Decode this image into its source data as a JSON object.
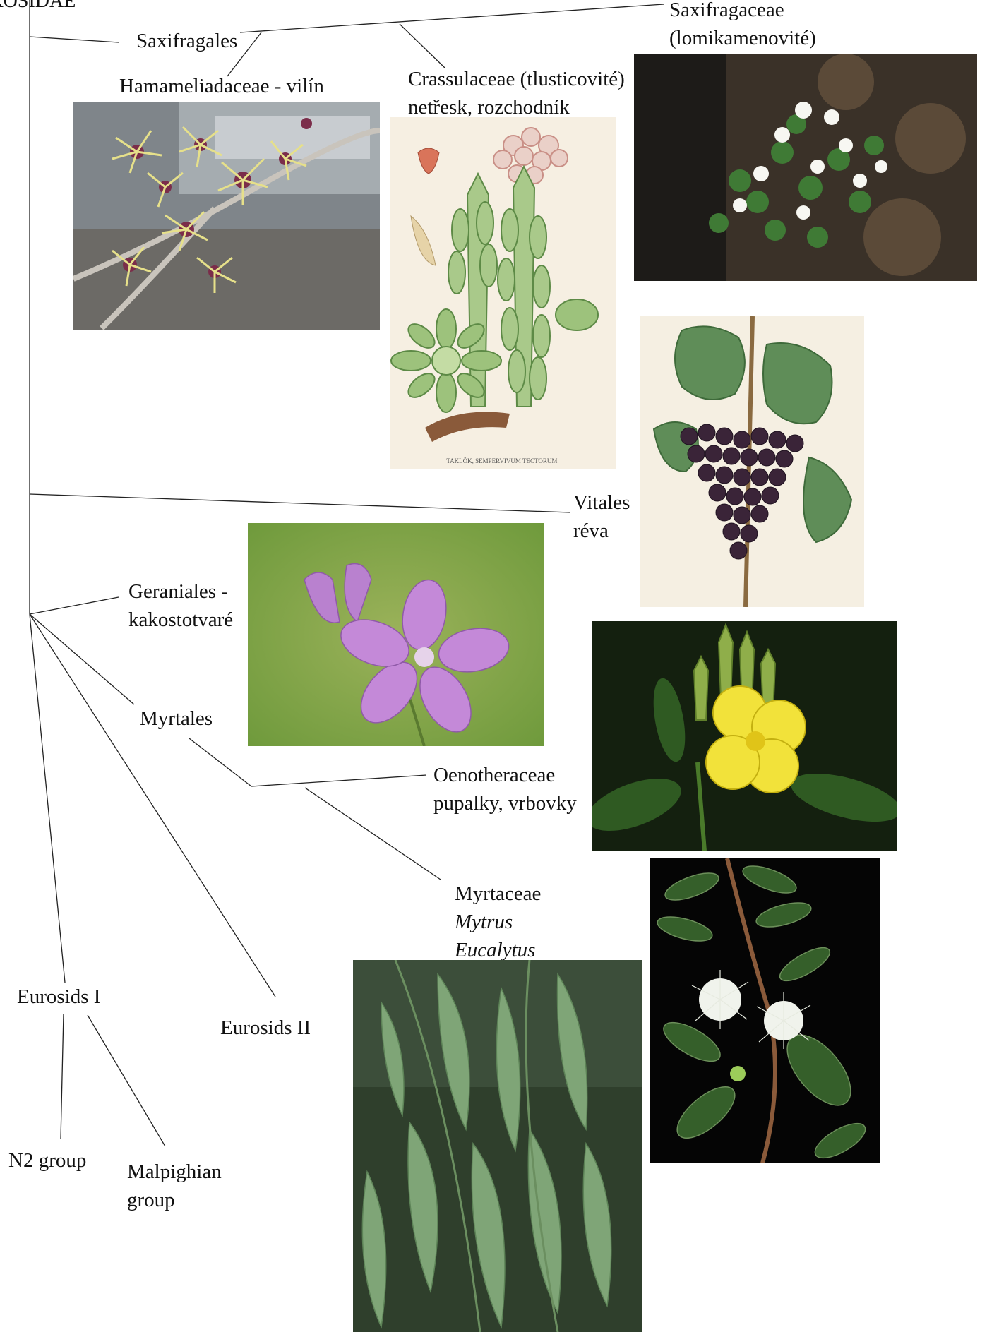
{
  "header": {
    "root_label": "ROSIDAE"
  },
  "nodes": {
    "saxifragales": "Saxifragales",
    "hamamelidaceae": "Hamameliadaceae - vilín",
    "crassulaceae": {
      "line1": "Crassulaceae (tlusticovité)",
      "line2": "netřesk, rozchodník"
    },
    "saxifragaceae": {
      "line1": "Saxifragaceae",
      "line2": "(lomikamenovité)"
    },
    "vitales": {
      "line1": "Vitales",
      "line2": "réva"
    },
    "geraniales": {
      "line1": "Geraniales -",
      "line2": "kakostotvaré"
    },
    "myrtales": "Myrtales",
    "oenotheraceae": {
      "line1": "Oenotheraceae",
      "line2": "pupalky, vrbovky"
    },
    "myrtaceae": {
      "line1": "Myrtaceae",
      "line2": "Mytrus",
      "line3": "Eucalytus"
    },
    "eurosids_1": "Eurosids I",
    "eurosids_2": "Eurosids II",
    "n2_group": "N2 group",
    "malpighian": {
      "line1": "Malpighian",
      "line2": "group"
    }
  },
  "photos": {
    "witch_hazel": "witch-hazel flowers photo",
    "sempervivum": {
      "caption": "TAKLÖK, SEMPERVIVUM TECTORUM."
    },
    "saxifraga": "saxifrage photo",
    "grape": "grape vine illustration",
    "geranium": "geranium flower photo",
    "oenothera": "evening primrose photo",
    "myrtus": "myrtle photo",
    "eucalyptus": "eucalyptus photo"
  },
  "colors": {
    "line": "#222222",
    "leaf_green": "#6f9a5a",
    "grape_purple": "#3a2438",
    "geranium_pink": "#c489d8",
    "primrose_yellow": "#f2e23a",
    "witch_hazel_yellow": "#e6e08a"
  }
}
